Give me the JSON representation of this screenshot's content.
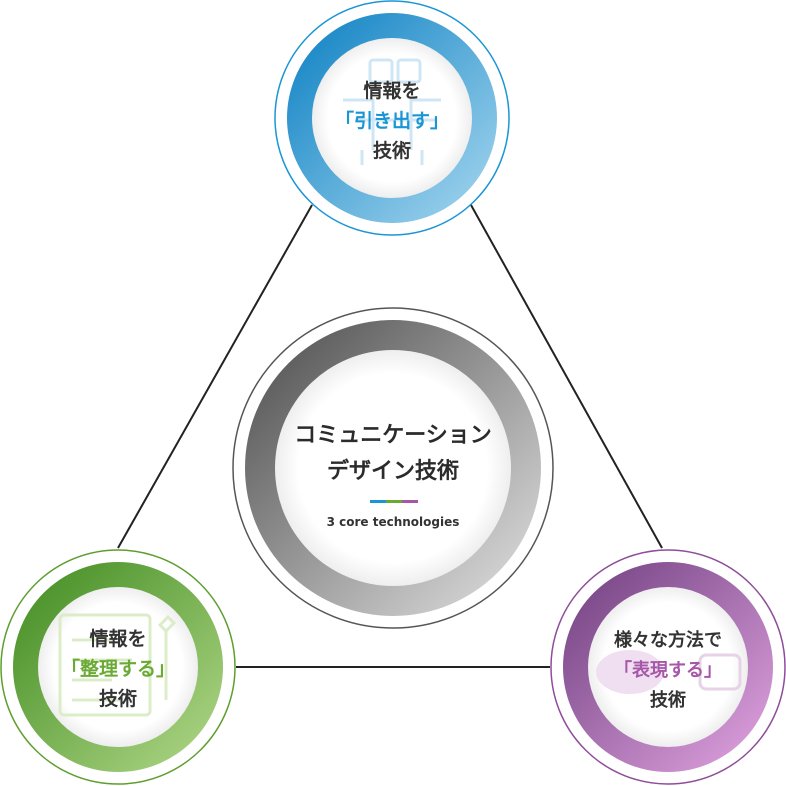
{
  "center": {
    "title_line1": "コミュニケーション",
    "title_line2": "デザイン技術",
    "subtitle": "3 core technologies"
  },
  "nodes": {
    "top": {
      "line1": "情報を",
      "line2": "「引き出す」",
      "line3": "技術",
      "accent_color": "#1a96d4"
    },
    "left": {
      "line1": "情報を",
      "line2": "「整理する」",
      "line3": "技術",
      "accent_color": "#6aaa34"
    },
    "right": {
      "line1": "様々な方法で",
      "line2": "「表現する」",
      "line3": "技術",
      "accent_color": "#a657a8"
    }
  },
  "colors": {
    "blue_ring": "#1a96d4",
    "green_ring": "#5e9e2e",
    "purple_ring": "#8f4c9a",
    "center_ring": "#8a8a8a",
    "divider": [
      "#1a96d4",
      "#6aaa34",
      "#a657a8"
    ]
  }
}
